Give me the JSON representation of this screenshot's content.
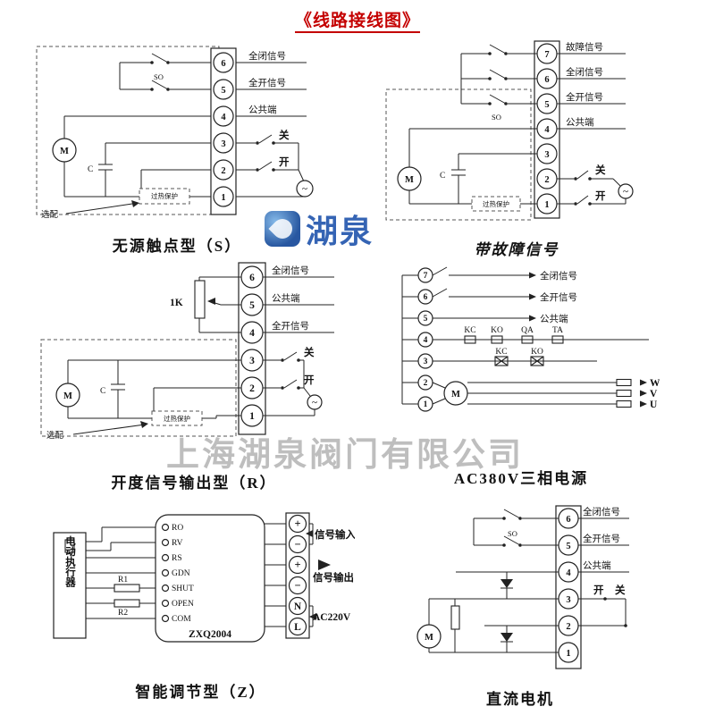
{
  "page": {
    "title": "《线路接线图》"
  },
  "watermark": {
    "logo_text": "湖泉",
    "company": "上海湖泉阀门有限公司"
  },
  "d1": {
    "caption": "无源触点型（S）",
    "terminals": [
      "6",
      "5",
      "4",
      "3",
      "2",
      "1"
    ],
    "sig_full_close": "全闭信号",
    "sig_full_open": "全开信号",
    "sig_common": "公共端",
    "lbl_close": "关",
    "lbl_open": "开",
    "motor": "M",
    "capacitor": "C",
    "so": "SO",
    "optional": "选配",
    "thermal": "过热保护",
    "source": "~"
  },
  "d2": {
    "caption": "带故障信号",
    "terminals": [
      "7",
      "6",
      "5",
      "4",
      "3",
      "2",
      "1"
    ],
    "sig_fault": "故障信号",
    "sig_full_close": "全闭信号",
    "sig_full_open": "全开信号",
    "sig_common": "公共端",
    "lbl_close": "关",
    "lbl_open": "开",
    "motor": "M",
    "capacitor": "C",
    "so": "SO",
    "thermal": "过热保护",
    "source": "~"
  },
  "d3": {
    "caption": "开度信号输出型（R）",
    "terminals": [
      "6",
      "5",
      "4",
      "3",
      "2",
      "1"
    ],
    "sig_full_close": "全闭信号",
    "sig_common": "公共端",
    "sig_full_open": "全开信号",
    "lbl_close": "关",
    "lbl_open": "开",
    "pot": "1K",
    "motor": "M",
    "capacitor": "C",
    "optional": "选配",
    "thermal": "过热保护",
    "source": "~"
  },
  "d4": {
    "caption": "AC380V三相电源",
    "terminals": [
      "7",
      "6",
      "5",
      "4",
      "3",
      "2",
      "1"
    ],
    "sig_full_close": "全闭信号",
    "sig_full_open": "全开信号",
    "sig_common": "公共端",
    "kc": "KC",
    "ko": "KO",
    "qa": "QA",
    "ta": "TA",
    "kc2": "KC",
    "ko2": "KO",
    "motor": "M",
    "phases": [
      "W",
      "V",
      "U"
    ]
  },
  "d5": {
    "caption": "智能调节型（Z）",
    "actuator": "电动执行器",
    "module_model": "ZXQ2004",
    "module_pins": [
      "RO",
      "RV",
      "RS",
      "GDN",
      "SHUT",
      "OPEN",
      "COM"
    ],
    "r1": "R1",
    "r2": "R2",
    "strip": [
      "+",
      "−",
      "+",
      "−",
      "N",
      "L"
    ],
    "lbl_signal_in": "信号输入",
    "lbl_signal_out": "信号输出",
    "lbl_power": "AC220V"
  },
  "d6": {
    "caption": "直流电机",
    "terminals": [
      "6",
      "5",
      "4",
      "3",
      "2",
      "1"
    ],
    "sig_full_close": "全闭信号",
    "sig_full_open": "全开信号",
    "sig_common": "公共端",
    "lbl_open": "开",
    "lbl_close": "关",
    "so": "SO",
    "motor": "M"
  }
}
